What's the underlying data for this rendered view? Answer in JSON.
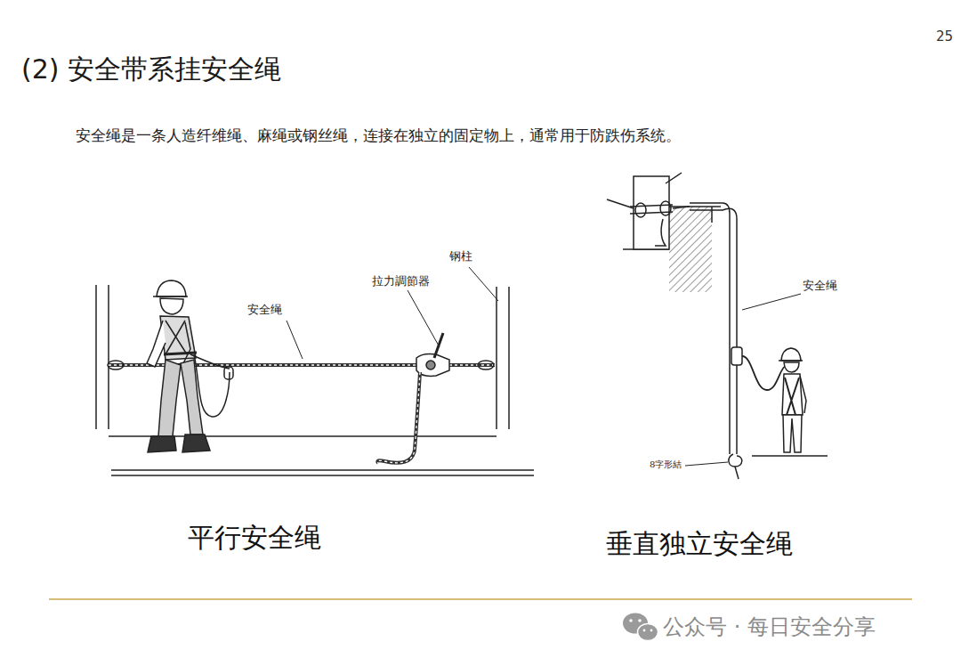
{
  "diagram": {
    "title": "(2) 安全带系挂安全绳",
    "labels": [
      "25",
      "安全绳是一条人造纤维绳、麻绳或钢丝绳，连接在独立的固定物上，通常用于防跌伤系统。",
      "钢柱",
      "拉力調節器",
      "安全绳",
      "平行安全绳",
      "安全绳",
      "8字形結",
      "垂直独立安全绳",
      "公众号 · 每日安全分享"
    ]
  }
}
